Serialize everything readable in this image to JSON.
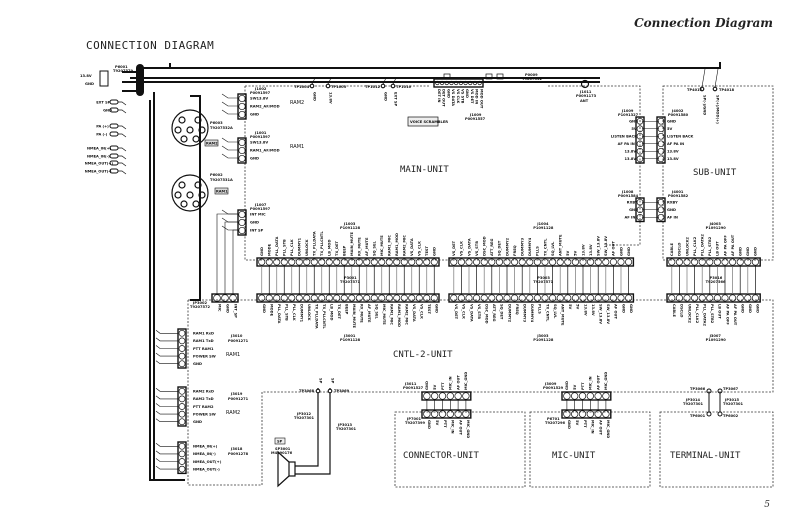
{
  "header": {
    "page_title": "Connection Diagram",
    "diagram_title": "CONNECTION DIAGRAM",
    "page_number": "5"
  },
  "units": {
    "main": "MAIN-UNIT",
    "sub": "SUB-UNIT",
    "cntl2": "CNTL-2-UNIT",
    "connector": "CONNECTOR-UNIT",
    "mic": "MIC-UNIT",
    "terminal": "TERMINAL-UNIT"
  },
  "power_connector": {
    "ref": "P6001",
    "part": "T9207579",
    "pins": [
      "13.8V",
      "GND"
    ]
  },
  "external_jacks": [
    "EXT SP",
    "GND",
    "PA (+)",
    "PA (-)",
    "NMEA_IN(+)",
    "NMEA_IN(-)",
    "NMEA_OUT(+)",
    "NMEA_OUT(-)"
  ],
  "din_connectors": [
    {
      "ref": "P6003",
      "part": "T9207532A",
      "tag": "RAM2"
    },
    {
      "ref": "P6002",
      "part": "T9207531A",
      "tag": "RAM1"
    }
  ],
  "main_left_jacks": [
    {
      "ref": "J1002",
      "part": "P0091597",
      "pins": [
        "SW13.8V",
        "RAM2_AF/MOD",
        "GND"
      ],
      "tag": "RAM2"
    },
    {
      "ref": "J1001",
      "part": "P0091597",
      "pins": [
        "SW13.8V",
        "RAM1_AF/MOD",
        "GND"
      ],
      "tag": "RAM1"
    },
    {
      "ref": "J1007",
      "part": "P0091597",
      "pins": [
        "INT MIC",
        "GND",
        "INT SP"
      ]
    }
  ],
  "test_points_main": [
    {
      "ref": "TP1004",
      "signal": "GND"
    },
    {
      "ref": "TP1003",
      "signal": "13.8V"
    },
    {
      "ref": "TP1012",
      "signal": "GND"
    },
    {
      "ref": "TP1010",
      "signal": "EXT SP"
    }
  ],
  "voice_scrambler": "VOICE SCRAMBLER",
  "j1009": {
    "ref": "J1009",
    "part": "P0091557",
    "signals": [
      "DET IN",
      "DET OUT",
      "GND",
      "VS DATA",
      "VS CLK",
      "VS STB",
      "GND",
      "VS DET",
      "MOD IN",
      "MOD OUT"
    ],
    "plug_ref": "P0009",
    "plug_part": "T9207532"
  },
  "antenna": {
    "ref": "J1011",
    "part": "P0091173",
    "label": "ANT"
  },
  "main_sub_link": {
    "main_ref": "J1009",
    "main_part": "P1091327",
    "sub_ref": "J4002",
    "sub_part": "P0091580",
    "signals": [
      "GND",
      "5V",
      "LISTEN BACK",
      "AF PA IN",
      "13.8V",
      "13.8V"
    ]
  },
  "main_sub_link2": {
    "main_ref": "J1008",
    "main_part": "P0091584",
    "sub_ref": "J4001",
    "sub_part": "P0091582",
    "signals": [
      "RXBY",
      "GND",
      "AF IN"
    ]
  },
  "sub_test_points": [
    {
      "ref": "TP4017",
      "signal": "SP(-)/GND"
    },
    {
      "ref": "TP4018",
      "signal": "SP(+)/MOD(+)"
    }
  ],
  "ribbon1": {
    "top_ref": "J1003",
    "top_part": "P1091128",
    "bottom_ref": "J3001",
    "bottom_part": "P1091128",
    "cable_ref": "P3001",
    "cable_part": "T9207571",
    "signals": [
      "GND",
      "MODE",
      "PLL_DATA",
      "PLL_STB",
      "PLL_CLK",
      "DUMMY1",
      "UNLOCK",
      "TX_PLLDATA",
      "TX_PLLCNTL",
      "LB_MOD",
      "TX_DET",
      "BEEP",
      "MAIN_MUTE",
      "RX_MUTE",
      "AF_MUTE",
      "SQ_SEL",
      "MIC_MUTE",
      "RAM1_MIC",
      "RAM1_MOD",
      "RAM2_MIC",
      "VS_DATA",
      "VS_CLK",
      "TEST",
      "GND"
    ]
  },
  "ribbon2": {
    "top_ref": "J1004",
    "top_part": "P1091128",
    "bottom_ref": "J3003",
    "bottom_part": "P1091128",
    "cable_ref": "P3003",
    "cable_part": "T9207571",
    "signals": [
      "VS_DET",
      "VS_CLK",
      "VS_DATA",
      "VS_STB",
      "DSC_MOD",
      "ATT_REG",
      "SQ_DET",
      "DUMMY2",
      "FREQ",
      "DUMMY3",
      "DUMMY4",
      "PLLS",
      "TX_CNTL",
      "SQ_LVL",
      "ANT_MUTE",
      "5V",
      "5V",
      "13.8V",
      "13.8V",
      "SW_13.8V",
      "SW_13.8V",
      "AF OUT",
      "GND",
      "GND"
    ]
  },
  "ribbon3": {
    "top_ref": "J4003",
    "top_part": "P1091290",
    "bottom_ref": "J3007",
    "bottom_part": "P1091290",
    "cable_ref": "P3016",
    "cable_part": "T9207566",
    "signals": [
      "CABLE",
      "DSCLO",
      "UNLOCK2",
      "PLL_CLK2",
      "PLL_DATA2",
      "PLL_STB2",
      "LB OUT",
      "AF PA OFF",
      "AF PA OUT",
      "GND",
      "GND",
      "GND"
    ]
  },
  "j3002": {
    "ref": "JP3002",
    "part": "T9207572",
    "signals": [
      "MIC",
      "GND",
      "INT_SP"
    ]
  },
  "cntl_left_jacks": [
    {
      "ref": "J3010",
      "part": "P0091271",
      "pins": [
        "RAM1 RxD",
        "RAM1 TxD",
        "PTT RAM1",
        "POWER SW",
        "GND"
      ],
      "tag": "RAM1"
    },
    {
      "ref": "J3019",
      "part": "P0091271",
      "pins": [
        "RAM2 RxD",
        "RAM2 TxD",
        "PTT RAM2",
        "POWER SW",
        "GND"
      ],
      "tag": "RAM2"
    },
    {
      "ref": "J3018",
      "part": "P0091278",
      "pins": [
        "NMEA_IN(+)",
        "NMEA_IN(-)",
        "NMEA_OUT(+)",
        "NMEA_OUT(-)"
      ]
    }
  ],
  "cntl_test_points": [
    {
      "ref": "TP3068",
      "signal": "SP"
    },
    {
      "ref": "TP3069",
      "signal": "SP"
    }
  ],
  "speaker": {
    "tag": "SP",
    "ref": "SP3001",
    "part": "M4090176",
    "lead1_ref": "JP3012",
    "lead1_part": "T9207301",
    "lead2_ref": "JP3013",
    "lead2_part": "T9207301"
  },
  "connector_link": {
    "ref": "J3011",
    "part": "P0091527",
    "plug_ref": "JP7001",
    "plug_part": "T9207399",
    "signals": [
      "GND",
      "5V",
      "PTT",
      "MIC_IN",
      "AF OUT",
      "MIC_GND"
    ]
  },
  "mic_link": {
    "ref": "J3009",
    "part": "P0091529",
    "plug_ref": "P6701",
    "plug_part": "T9207296",
    "signals": [
      "GND",
      "5V",
      "PTT",
      "MIC_IN",
      "AF OUT",
      "MIC_GND"
    ]
  },
  "terminal_test_points": [
    {
      "ref": "TP3066",
      "signal": "GND"
    },
    {
      "ref": "TP3067",
      "signal": "SP"
    },
    {
      "ref": "TP6001",
      "signal": "GND"
    },
    {
      "ref": "TP6002",
      "signal": "SP"
    },
    {
      "ref": "JP3014",
      "part": "T9207301"
    },
    {
      "ref": "JP3015",
      "part": "T9207301"
    }
  ]
}
